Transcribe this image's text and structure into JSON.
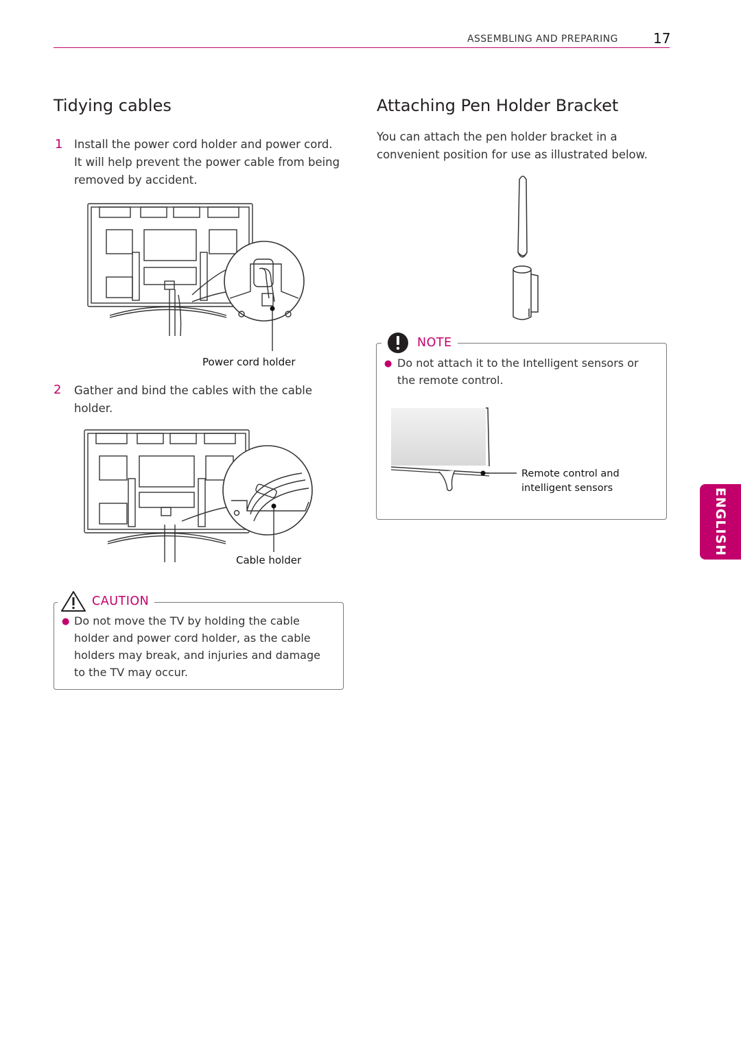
{
  "header": {
    "section": "ASSEMBLING AND PREPARING",
    "page_number": "17"
  },
  "left": {
    "title": "Tidying cables",
    "step1": {
      "number": "1",
      "lines": [
        "Install the power cord holder and power cord.",
        "It will help prevent the power cable from being",
        "removed by accident."
      ]
    },
    "fig1_label": "Power cord holder",
    "step2": {
      "number": "2",
      "lines": [
        "Gather and bind the cables with the cable",
        "holder."
      ]
    },
    "fig2_label": "Cable holder",
    "caution": {
      "title": "CAUTION",
      "lines": [
        "Do not move the TV by holding the cable",
        "holder and power cord holder, as the cable",
        "holders may break, and injuries and damage",
        "to the TV may occur."
      ]
    }
  },
  "right": {
    "title": "Attaching Pen Holder Bracket",
    "intro_lines": [
      "You can attach the pen holder bracket in a",
      "convenient position for use as illustrated below."
    ],
    "note": {
      "title": "NOTE",
      "lines": [
        "Do not attach it to the Intelligent sensors or",
        "the remote control."
      ],
      "figure_label_lines": [
        "Remote control and",
        "intelligent sensors"
      ]
    }
  },
  "side_tab": "ENGLISH",
  "colors": {
    "accent": "#c2006b"
  }
}
